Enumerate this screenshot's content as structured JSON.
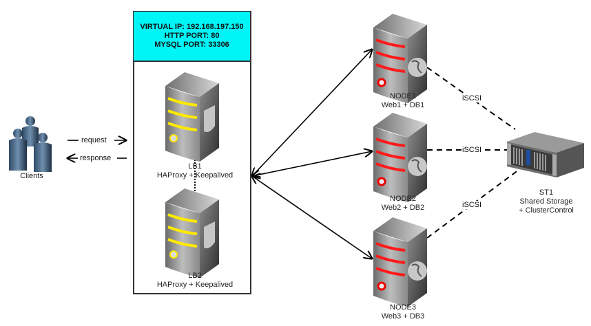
{
  "clients": {
    "label": "Clients",
    "icon": "users-group-icon"
  },
  "flows": {
    "request": "request",
    "response": "response"
  },
  "load_balancer_group": {
    "virtual_ip": "VIRTUAL IP: 192.168.197.150",
    "http_port": "HTTP PORT: 80",
    "mysql_port": "MYSQL PORT: 33306",
    "header_color": "#00f6f6",
    "nodes": [
      {
        "name": "LB1",
        "role": "HAProxy + Keepalived",
        "icon": "firewall-server-icon",
        "accent": "#ffff00"
      },
      {
        "name": "LB2",
        "role": "HAProxy + Keepalived",
        "icon": "firewall-server-icon",
        "accent": "#ffff00"
      }
    ]
  },
  "nodes": [
    {
      "name": "NODE1",
      "role": "Web1 + DB1",
      "icon": "web-server-icon",
      "accent": "#ff0000"
    },
    {
      "name": "NODE2",
      "role": "Web2 + DB2",
      "icon": "web-server-icon",
      "accent": "#ff0000"
    },
    {
      "name": "NODE3",
      "role": "Web3 + DB3",
      "icon": "web-server-icon",
      "accent": "#ff0000"
    }
  ],
  "storage": {
    "name": "ST1",
    "line1": "Shared Storage",
    "line2": "+ ClusterControl",
    "icon": "rack-storage-icon"
  },
  "links": {
    "iscsi": [
      "iSCSI",
      "iSCSI",
      "iSCSI"
    ]
  }
}
